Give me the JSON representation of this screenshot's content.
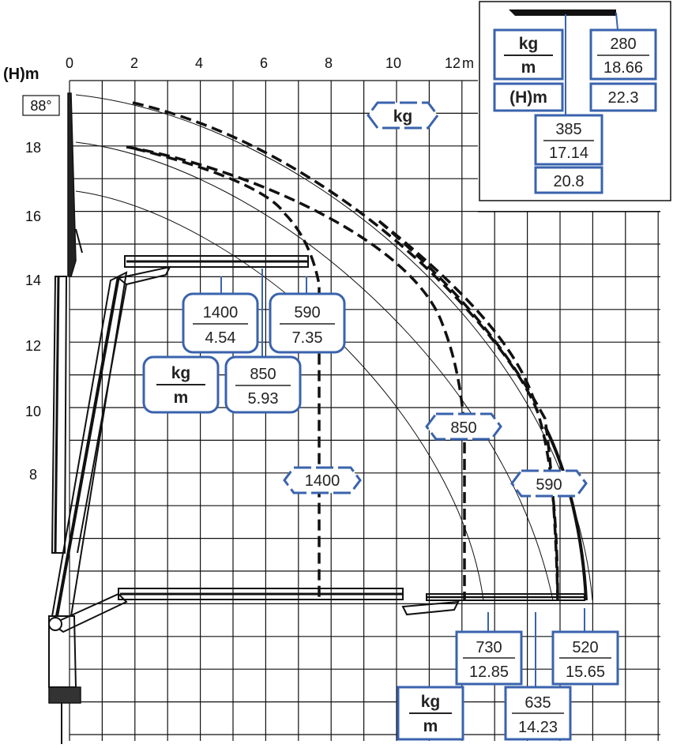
{
  "axes": {
    "x_ticks": [
      "0",
      "2",
      "4",
      "6",
      "8",
      "10",
      "12"
    ],
    "x_unit": "m",
    "y_ticks": [
      "8",
      "10",
      "12",
      "14",
      "16",
      "18"
    ],
    "y_unit": "(H)m",
    "angle_badge": "88°"
  },
  "units": {
    "kg": "kg",
    "m": "m",
    "hm": "(H)m"
  },
  "colors": {
    "box_border": "#3a63ad",
    "grid": "#111111",
    "curve": "#111111"
  },
  "boom_labels": [
    {
      "id": "b1400",
      "kg": "1400",
      "m": "4.54"
    },
    {
      "id": "b850",
      "kg": "850",
      "m": "5.93"
    },
    {
      "id": "b590",
      "kg": "590",
      "m": "7.35"
    }
  ],
  "hex_tags": [
    {
      "id": "h-kg",
      "label": "kg"
    },
    {
      "id": "h-1400",
      "label": "1400"
    },
    {
      "id": "h-850",
      "label": "850"
    },
    {
      "id": "h-590",
      "label": "590"
    }
  ],
  "ground_labels": [
    {
      "id": "g730",
      "kg": "730",
      "m": "12.85"
    },
    {
      "id": "g635",
      "kg": "635",
      "m": "14.23"
    },
    {
      "id": "g520",
      "kg": "520",
      "m": "15.65"
    }
  ],
  "inset": {
    "a": {
      "kg": "280",
      "m": "18.66",
      "h": "22.3"
    },
    "b": {
      "kg": "385",
      "m": "17.14",
      "h": "20.8"
    }
  }
}
